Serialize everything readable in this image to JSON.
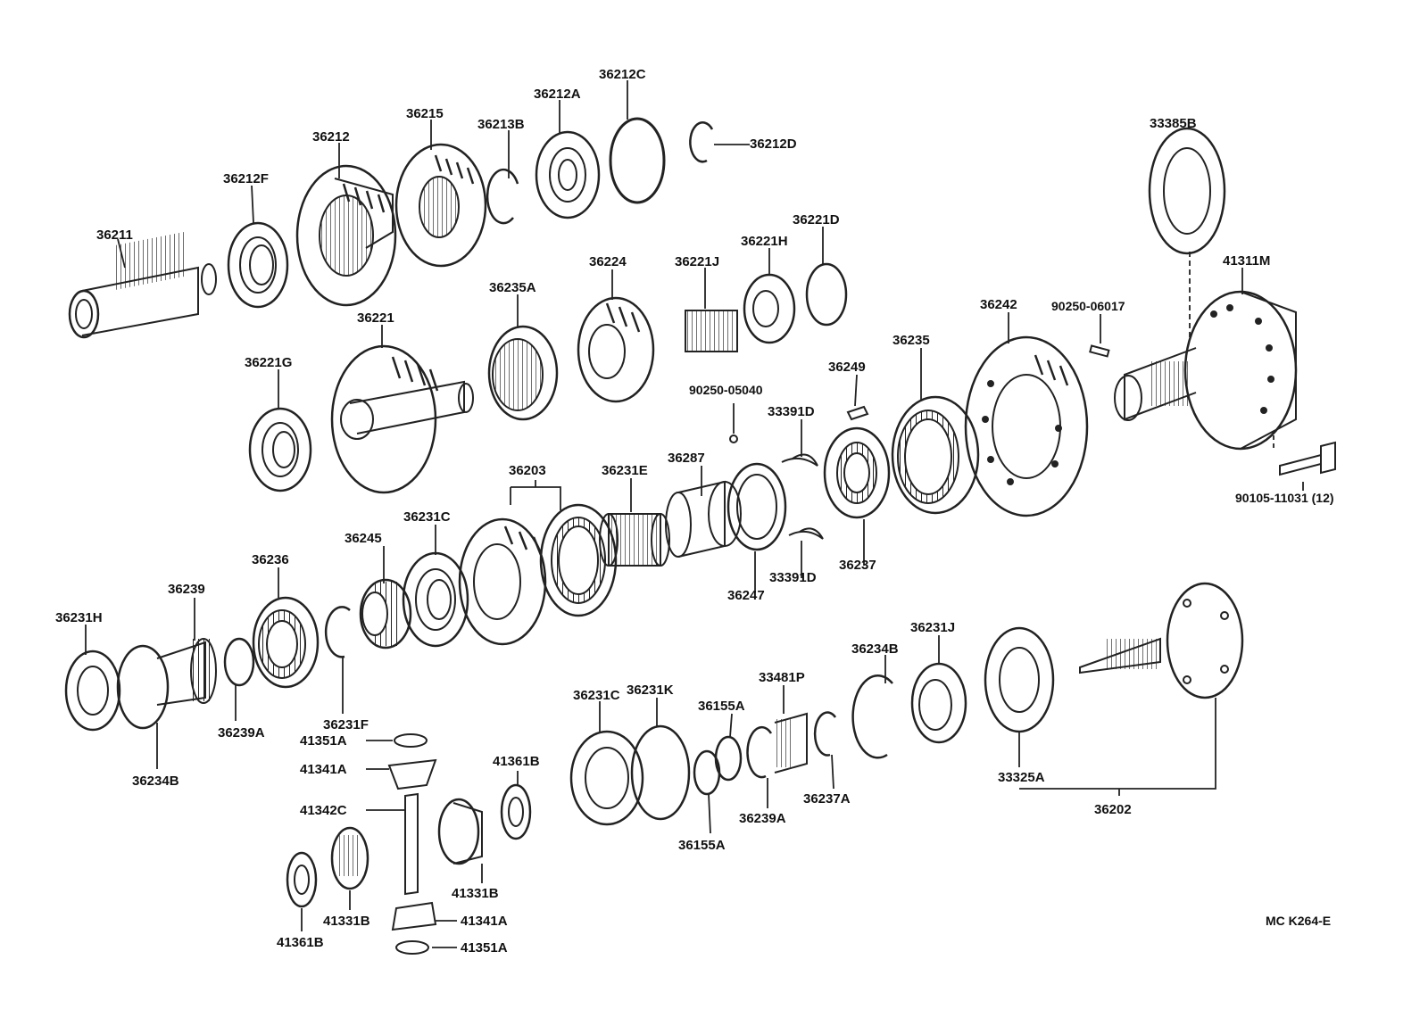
{
  "diagram": {
    "type": "exploded-parts-view",
    "reference": "MC K264-E",
    "labels": {
      "p36211": "36211",
      "p36212F": "36212F",
      "p36212": "36212",
      "p36215": "36215",
      "p36213B": "36213B",
      "p36212A": "36212A",
      "p36212C": "36212C",
      "p36212D": "36212D",
      "p33385B": "33385B",
      "p41311M": "41311M",
      "p90250_06017": "90250-06017",
      "p36242": "36242",
      "p36235": "36235",
      "p36249": "36249",
      "p90250_05040": "90250-05040",
      "p33391D_top": "33391D",
      "p33391D_bottom": "33391D",
      "p36237": "36237",
      "p36247": "36247",
      "p36287": "36287",
      "p36231E": "36231E",
      "p36203": "36203",
      "p36231C_top": "36231C",
      "p36245": "36245",
      "p36236": "36236",
      "p36239": "36239",
      "p36231H": "36231H",
      "p36234B_left": "36234B",
      "p36239A_left": "36239A",
      "p36231F": "36231F",
      "p36221G": "36221G",
      "p36221": "36221",
      "p36235A": "36235A",
      "p36224": "36224",
      "p36221J": "36221J",
      "p36221H": "36221H",
      "p36221D": "36221D",
      "p90105_11031": "90105-11031 (12)",
      "p36231C_bottom": "36231C",
      "p36231K": "36231K",
      "p36155A_top": "36155A",
      "p36155A_bottom": "36155A",
      "p33481P": "33481P",
      "p36239A_right": "36239A",
      "p36237A": "36237A",
      "p36234B_right": "36234B",
      "p36231J": "36231J",
      "p33325A": "33325A",
      "p36202": "36202",
      "p41351A_top": "41351A",
      "p41341A_top": "41341A",
      "p41342C": "41342C",
      "p41361B_right": "41361B",
      "p41331B_right": "41331B",
      "p41331B_left": "41331B",
      "p41361B_left": "41361B",
      "p41341A_bottom": "41341A",
      "p41351A_bottom": "41351A"
    }
  }
}
